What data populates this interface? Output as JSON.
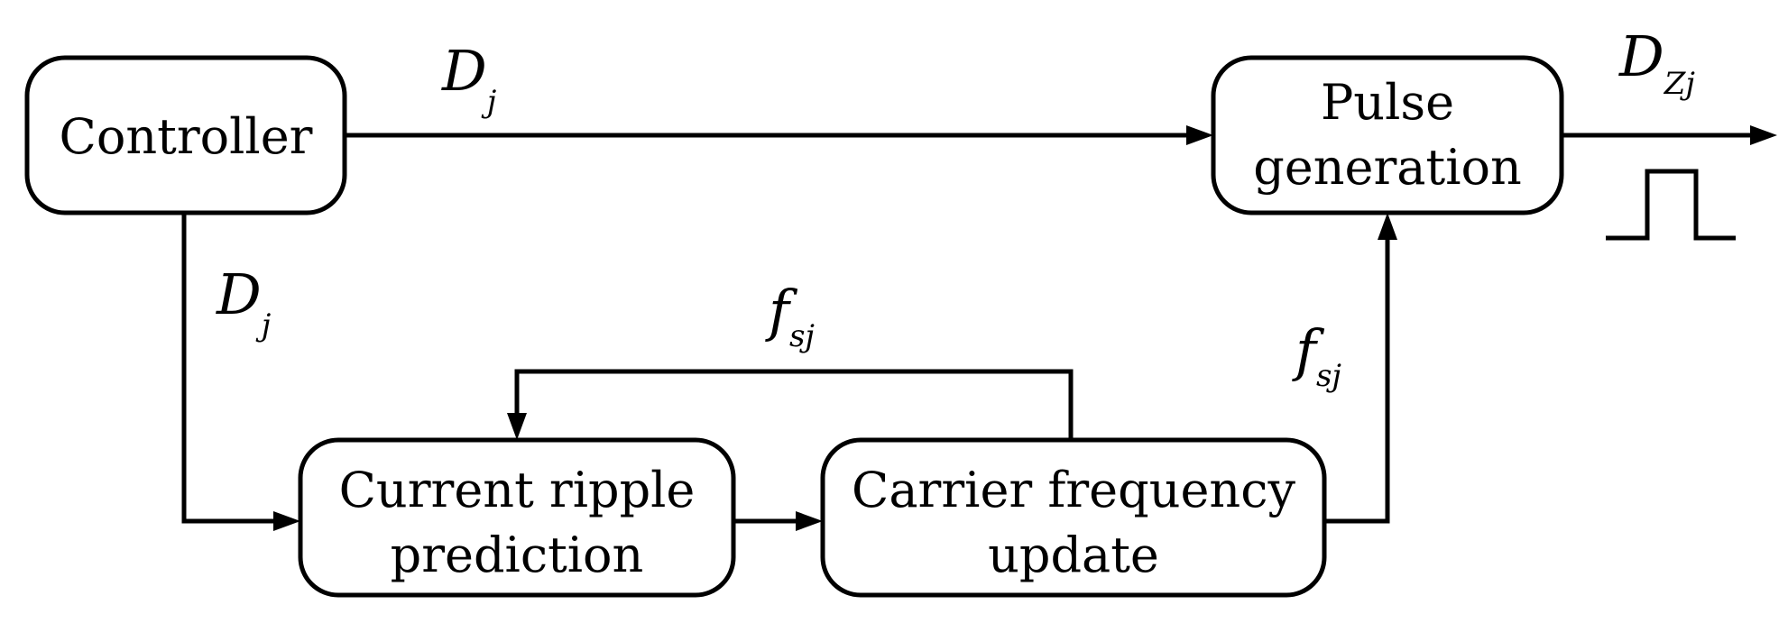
{
  "blocks": {
    "controller": "Controller",
    "pulse": [
      "Pulse",
      "generation"
    ],
    "ripple": [
      "Current ripple",
      "prediction"
    ],
    "carrier": [
      "Carrier frequency",
      "update"
    ]
  },
  "signals": {
    "dj_top": {
      "main": "D",
      "sub": "j"
    },
    "dj_left": {
      "main": "D",
      "sub": "j"
    },
    "fsj_loop": {
      "main": "f",
      "sub": "sj"
    },
    "fsj_right": {
      "main": "f",
      "sub": "sj"
    },
    "dzj_out": {
      "main": "D",
      "sub": "Zj"
    }
  }
}
